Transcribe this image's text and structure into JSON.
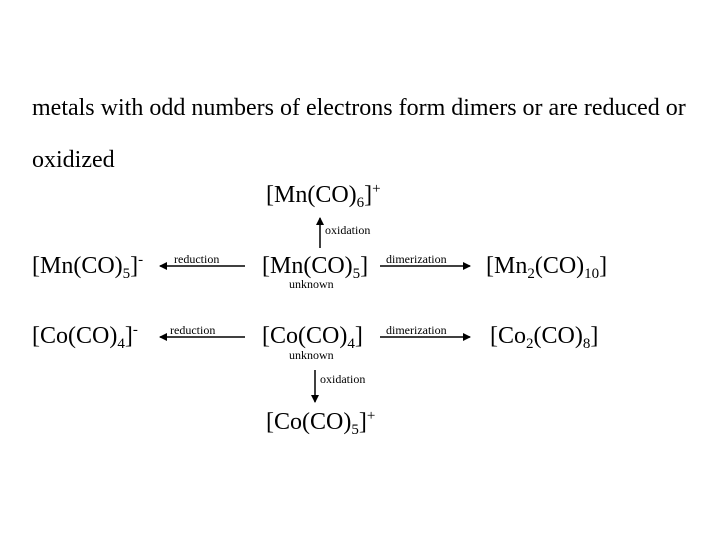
{
  "intro": {
    "text": "metals with odd numbers of electrons form dimers or are reduced or oxidized"
  },
  "diagram": {
    "mn_cation": {
      "pre": "[Mn(CO)",
      "sub": "6",
      "post": "]",
      "sup": "+"
    },
    "mn_oxidation_label": "oxidation",
    "mn_anion": {
      "pre": "[Mn(CO)",
      "sub": "5",
      "post": "]",
      "sup": "-"
    },
    "mn_reduction_label": "reduction",
    "mn_radical": {
      "pre": "[Mn(CO)",
      "sub": "5",
      "post": "]"
    },
    "mn_unknown_label": "unknown",
    "mn_dimerization_label": "dimerization",
    "mn_dimer": {
      "pre": "[Mn",
      "sub1": "2",
      "mid": "(CO)",
      "sub2": "10",
      "post": "]"
    },
    "co_anion": {
      "pre": "[Co(CO)",
      "sub": "4",
      "post": "]",
      "sup": "-"
    },
    "co_reduction_label": "reduction",
    "co_radical": {
      "pre": "[Co(CO)",
      "sub": "4",
      "post": "]"
    },
    "co_unknown_label": "unknown",
    "co_dimerization_label": "dimerization",
    "co_dimer": {
      "pre": "[Co",
      "sub1": "2",
      "mid": "(CO)",
      "sub2": "8",
      "post": "]"
    },
    "co_oxidation_label": "oxidation",
    "co_cation": {
      "pre": "[Co(CO)",
      "sub": "5",
      "post": "]",
      "sup": "+"
    }
  }
}
